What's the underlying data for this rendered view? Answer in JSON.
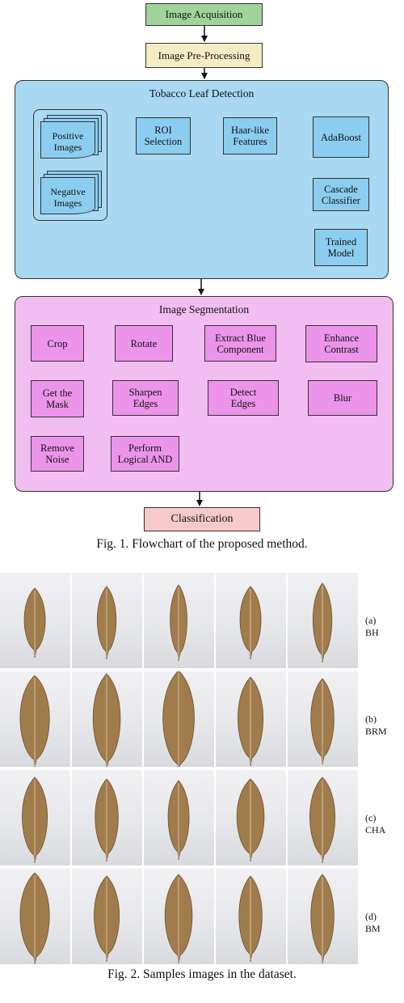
{
  "top_boxes": {
    "acquisition": "Image Acquisition",
    "preprocessing": "Image Pre-Processing",
    "classification": "Classification"
  },
  "detection": {
    "title": "Tobacco Leaf Detection",
    "positive": "Positive\nImages",
    "negative": "Negative\nImages",
    "roi": "ROI\nSelection",
    "haar": "Haar-like\nFeatures",
    "adaboost": "AdaBoost",
    "cascade": "Cascade\nClassifier",
    "trained": "Trained\nModel"
  },
  "segmentation": {
    "title": "Image Segmentation",
    "crop": "Crop",
    "rotate": "Rotate",
    "extract": "Extract Blue\nComponent",
    "enhance": "Enhance\nContrast",
    "blur": "Blur",
    "detect": "Detect\nEdges",
    "sharpen": "Sharpen\nEdges",
    "mask": "Get the\nMask",
    "noise": "Remove\nNoise",
    "and": "Perform\nLogical AND"
  },
  "captions": {
    "fig1": "Fig. 1. Flowchart of the proposed method.",
    "fig2": "Fig. 2. Samples images in the dataset."
  },
  "dataset_rows": [
    {
      "label": "(a) BH"
    },
    {
      "label": "(b) BRM"
    },
    {
      "label": "(c) CHA"
    },
    {
      "label": "(d) BM"
    }
  ],
  "colors": {
    "detection_panel": "#a9d8f2",
    "segmentation_panel": "#f2bdf0",
    "acquisition": "#9fd39b",
    "preprocessing": "#f4edc4",
    "classification": "#f6c9cb",
    "leaf": "#a07b4c"
  }
}
